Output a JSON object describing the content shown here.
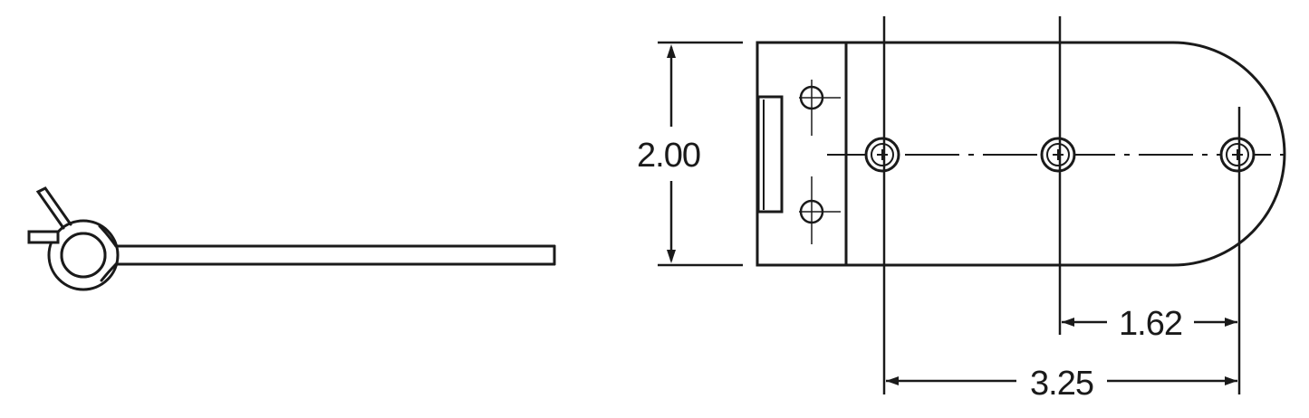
{
  "dimensions": {
    "height": "2.00",
    "hole_spacing": "1.62",
    "overall_hole_span": "3.25"
  }
}
